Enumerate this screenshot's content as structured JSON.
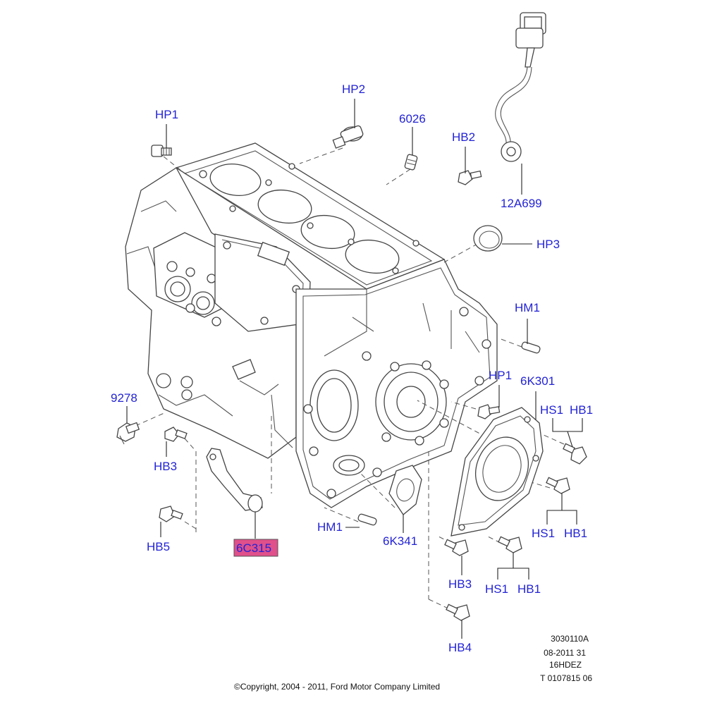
{
  "callouts": {
    "hp1_top": "HP1",
    "hp2": "HP2",
    "p6026": "6026",
    "hb2": "HB2",
    "p12a699": "12A699",
    "hp3": "HP3",
    "hm1_right": "HM1",
    "hp1_right": "HP1",
    "p6k301": "6K301",
    "hs1_upper": "HS1",
    "hb1_upper": "HB1",
    "hs1_mid": "HS1",
    "hb1_mid": "HB1",
    "hs1_lower": "HS1",
    "hb1_lower": "HB1",
    "p9278": "9278",
    "hb3_left": "HB3",
    "hb5": "HB5",
    "p6c315": "6C315",
    "hm1_left": "HM1",
    "p6k341": "6K341",
    "hb3_bottom": "HB3",
    "hb4": "HB4"
  },
  "highlight": {
    "part": "6C315",
    "color": "#e0508a"
  },
  "drawing_info": [
    "3030110A",
    "08-2011 31",
    "16HDEZ",
    "T 0107815 06"
  ],
  "copyright": "©Copyright, 2004 - 2011, Ford Motor Company Limited",
  "colors": {
    "callout": "#2323d6"
  }
}
